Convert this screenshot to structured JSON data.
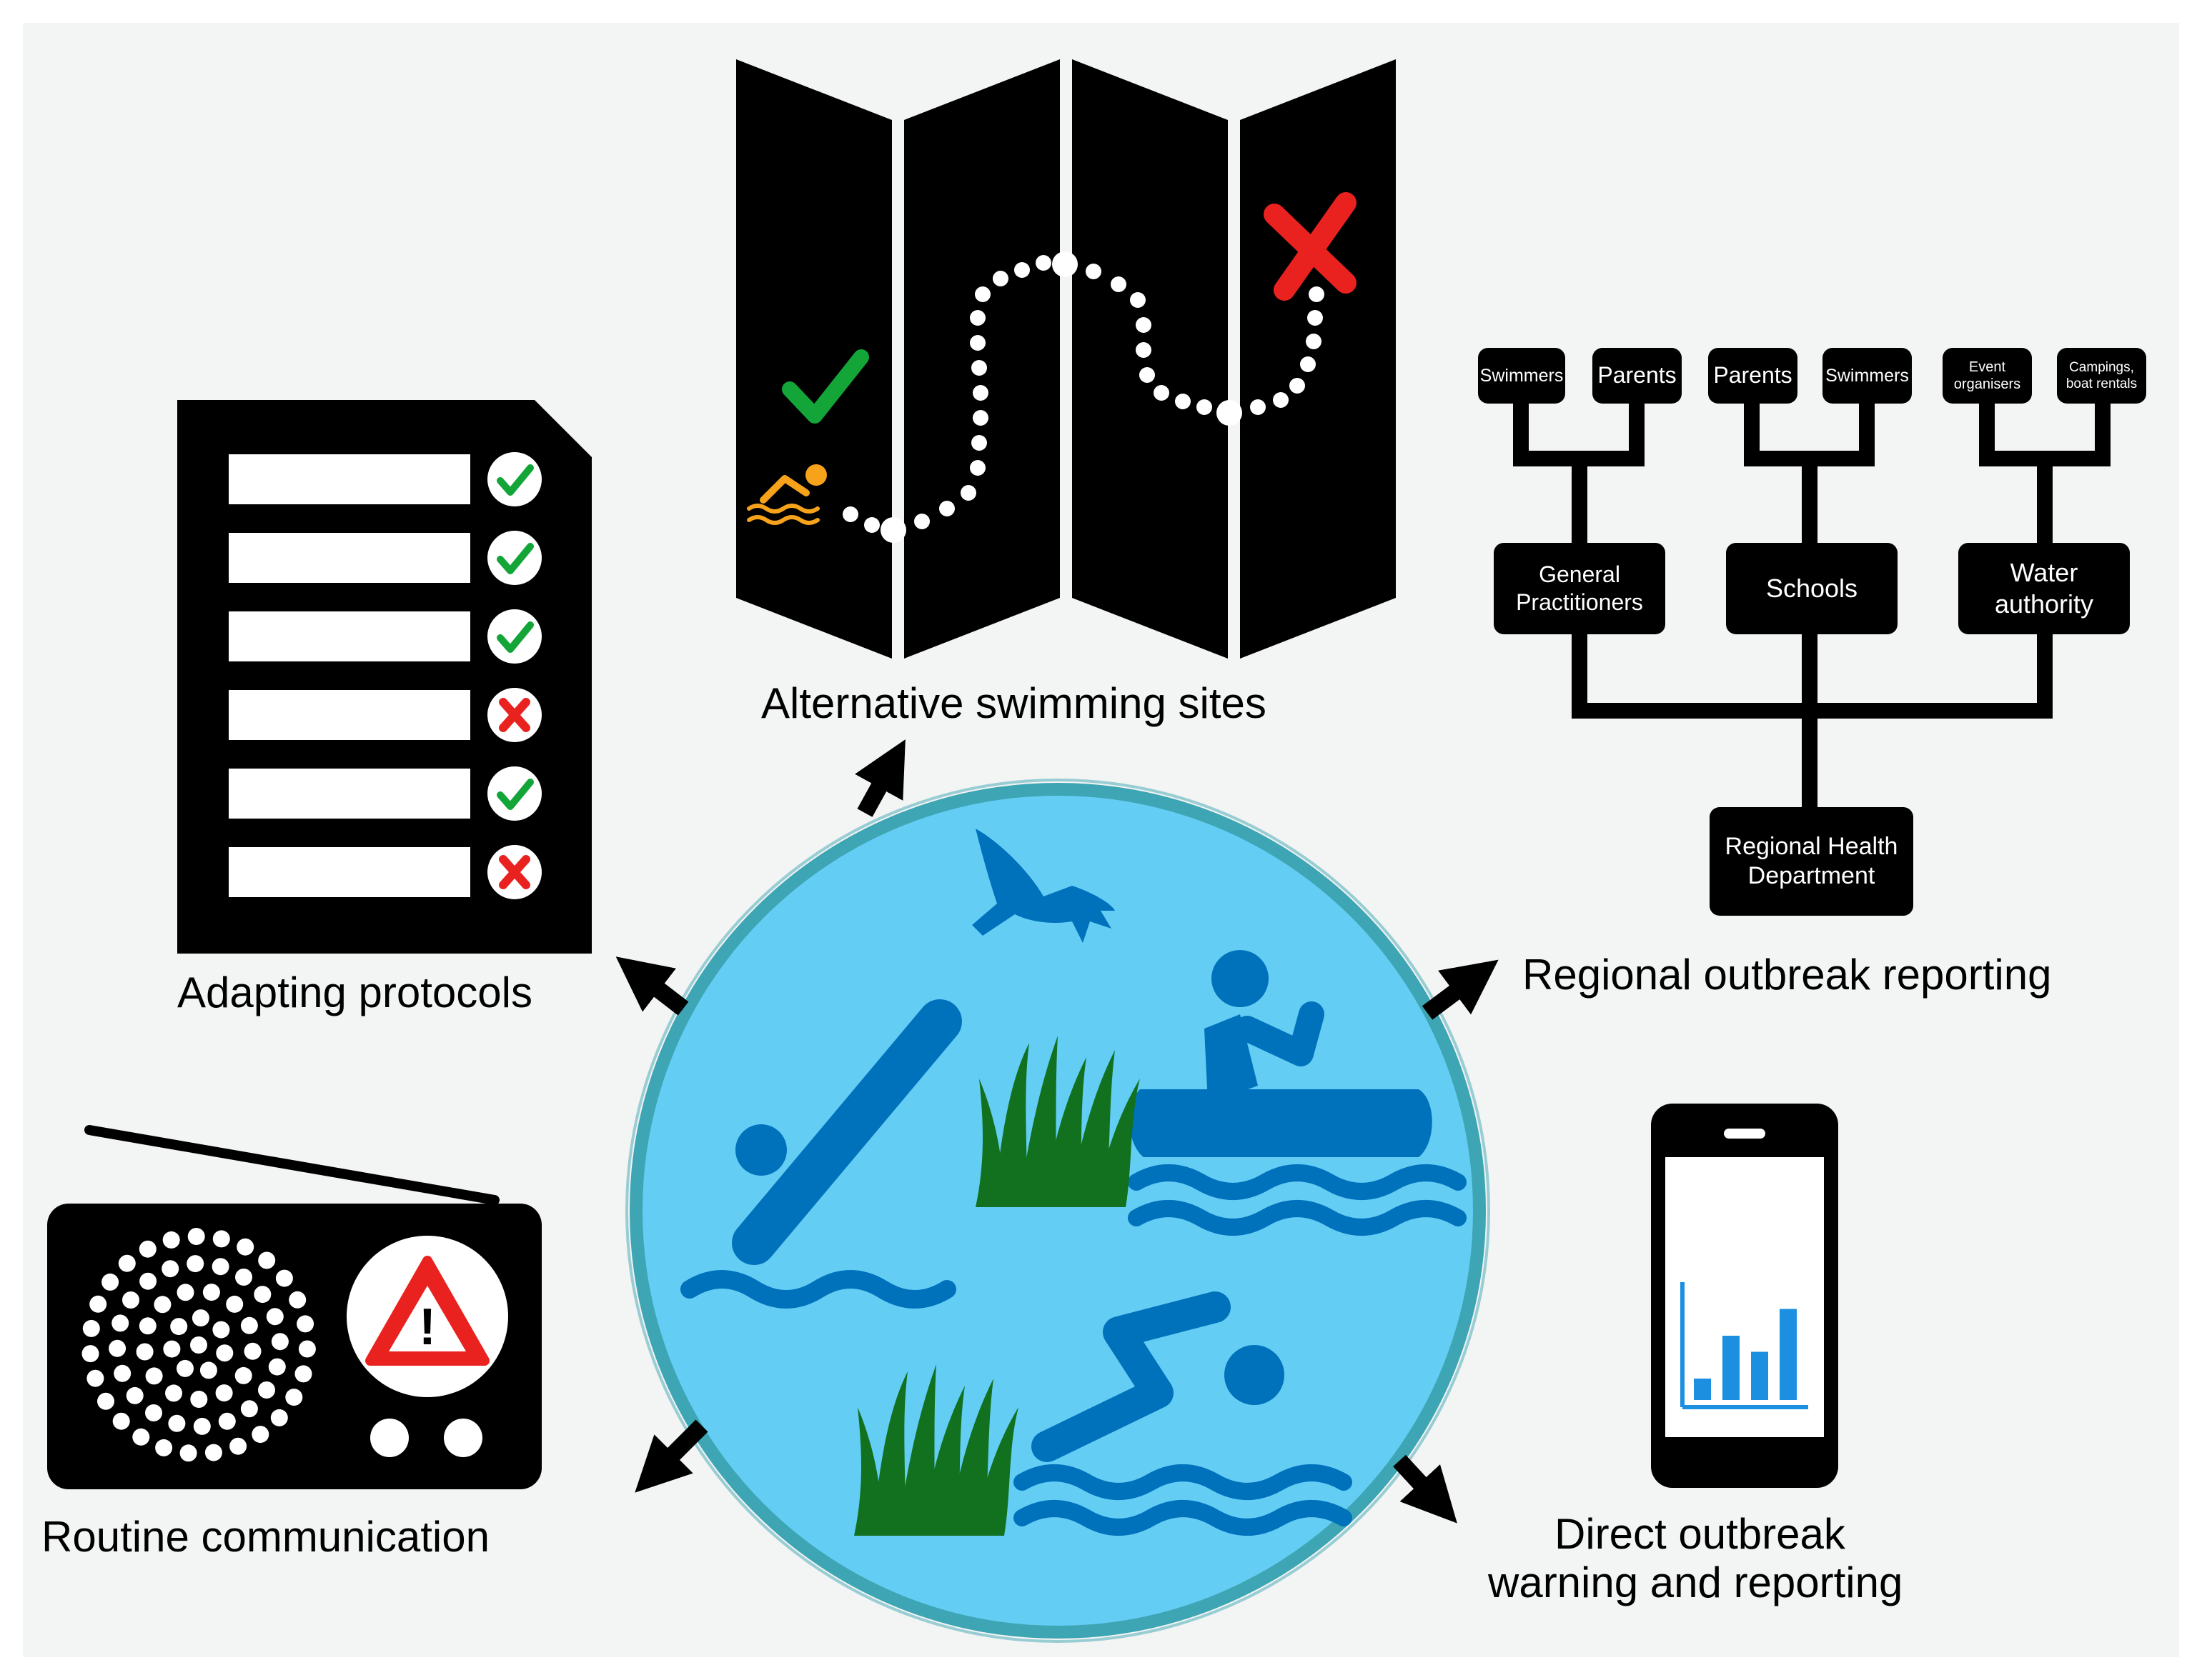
{
  "captions": {
    "alternative_sites": "Alternative swimming sites",
    "adapting_protocols": "Adapting protocols",
    "regional_reporting": "Regional outbreak reporting",
    "routine_communication": "Routine communication",
    "direct_warning_line1": "Direct outbreak",
    "direct_warning_line2": "warning and reporting"
  },
  "hierarchy": {
    "top_nodes": [
      "Swimmers",
      "Parents",
      "Parents",
      "Swimmers",
      "Event organisers",
      "Campings, boat rentals"
    ],
    "mid_nodes": [
      {
        "line1": "General",
        "line2": "Practitioners"
      },
      {
        "line1": "Schools",
        "line2": ""
      },
      {
        "line1": "Water",
        "line2": "authority"
      }
    ],
    "root": {
      "line1": "Regional Health",
      "line2": "Department"
    }
  },
  "protocol_checklist": [
    "check",
    "check",
    "check",
    "cross",
    "check",
    "cross"
  ],
  "colors": {
    "water": "#64cdf4",
    "water_rim": "#3da5b3",
    "swimmer_blue": "#0072bc",
    "grass": "#12711f",
    "check_green": "#13a538",
    "cross_red": "#e9221f",
    "chart_blue": "#1d8fe0",
    "swimmer_orange": "#f6a21a"
  },
  "phone_bar_chart": [
    0.2,
    0.6,
    0.45,
    0.85
  ]
}
